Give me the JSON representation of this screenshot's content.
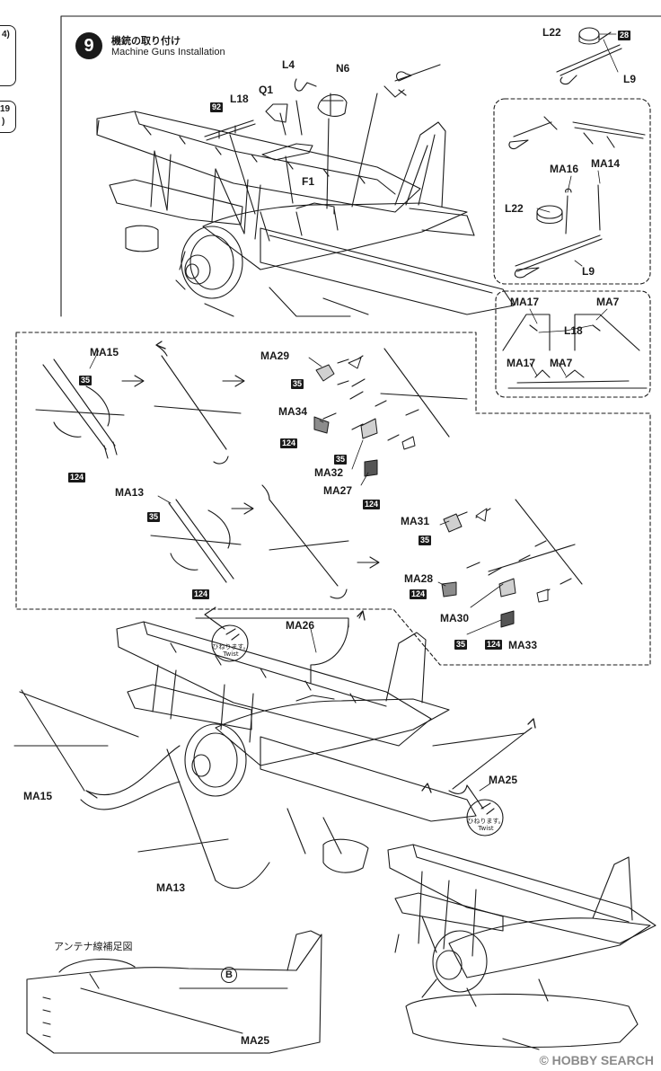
{
  "step": {
    "number": "9",
    "title_jp": "機銃の取り付け",
    "title_en": "Machine Guns Installation"
  },
  "parts": {
    "L4": "L4",
    "N6": "N6",
    "Q1": "Q1",
    "L18": "L18",
    "F1": "F1",
    "L22": "L22",
    "L9": "L9",
    "MA16": "MA16",
    "MA14": "MA14",
    "MA17": "MA17",
    "MA7": "MA7",
    "MA15": "MA15",
    "MA13": "MA13",
    "MA29": "MA29",
    "MA34": "MA34",
    "MA32": "MA32",
    "MA27": "MA27",
    "MA31": "MA31",
    "MA28": "MA28",
    "MA30": "MA30",
    "MA33": "MA33",
    "MA26": "MA26",
    "MA25": "MA25"
  },
  "color_codes": {
    "c92": "92",
    "c28": "28",
    "c35": "35",
    "c124": "124"
  },
  "twist_note": {
    "jp": "ひねります。",
    "en": "Twist"
  },
  "antenna_diagram": {
    "title_jp": "アンテナ線補足図",
    "marker": "B"
  },
  "edge_fragments": {
    "top": "4)",
    "mid": "19",
    "low": ")"
  },
  "watermark": "© HOBBY SEARCH",
  "colors": {
    "line": "#1a1a1a",
    "paint_mid": "#8c8c8c",
    "paint_dark": "#555555",
    "paint_light": "#d0d0d0"
  }
}
